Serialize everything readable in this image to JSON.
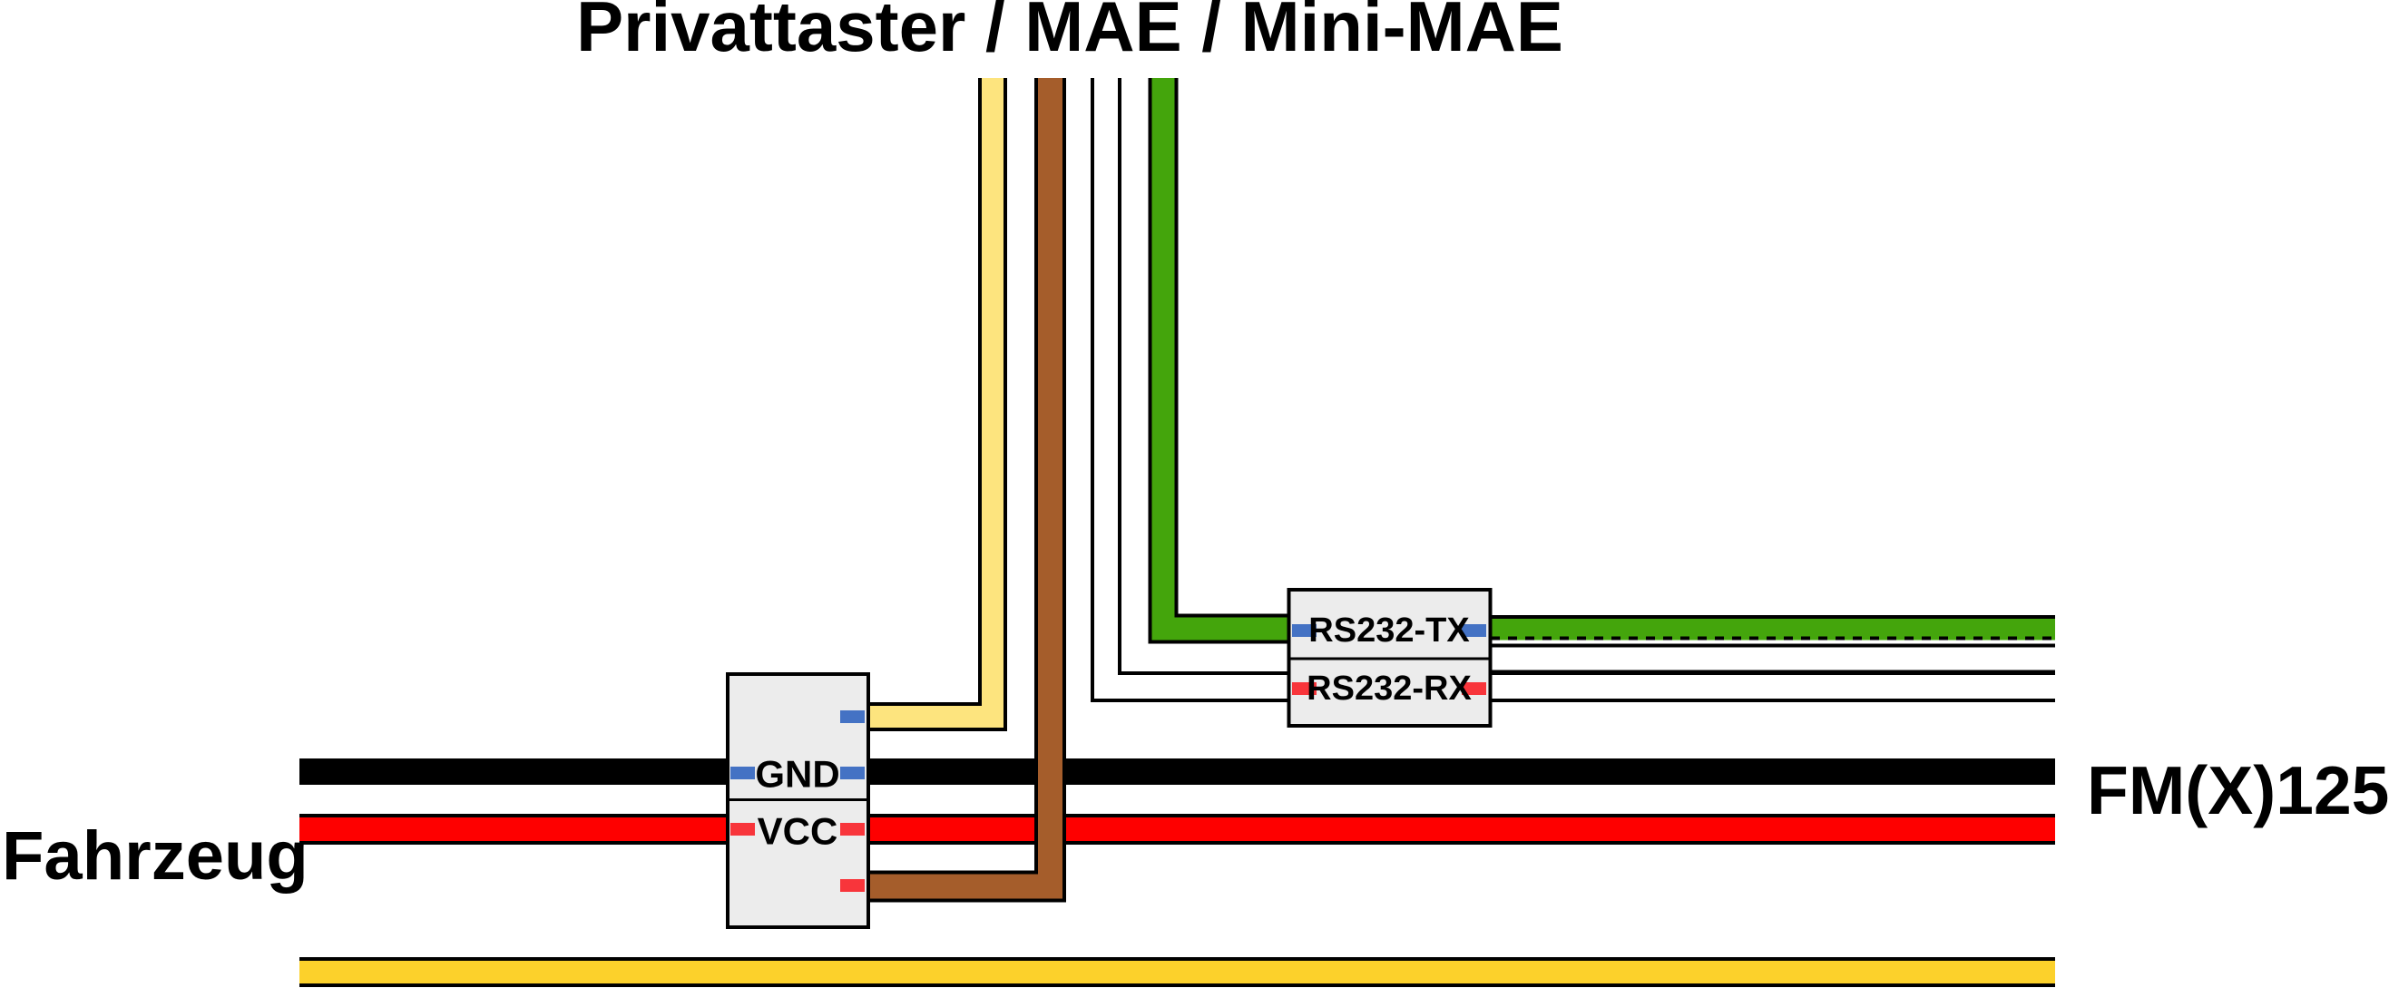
{
  "title": "Privattaster / MAE / Mini-MAE",
  "endpoints": {
    "vehicle": "Fahrzeug",
    "device": "FM(X)125"
  },
  "power_connector": {
    "gnd_label": "GND",
    "vcc_label": "VCC"
  },
  "serial_connector": {
    "tx_label": "RS232-TX",
    "rx_label": "RS232-RX"
  },
  "colors": {
    "outline": "#000000",
    "wire_black": "#000000",
    "wire_red": "#fe0000",
    "wire_gold": "#fcd12b",
    "wire_pale_yellow": "#fde47e",
    "wire_brown": "#a55d2b",
    "wire_green": "#44a50c",
    "wire_white": "#ffffff",
    "pin_blue": "#4472c4",
    "pin_red": "#f8353b",
    "box_fill": "#ececec"
  }
}
